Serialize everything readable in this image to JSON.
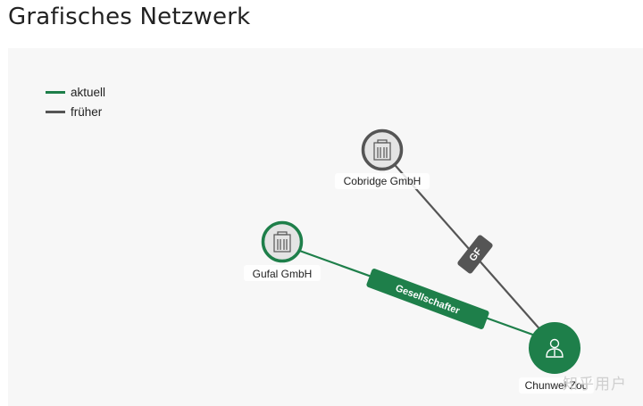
{
  "page": {
    "title": "Grafisches Netzwerk"
  },
  "colors": {
    "current": "#1e7f4a",
    "former": "#555555",
    "company_fill": "#e4e4e4",
    "company_icon": "#555555"
  },
  "legend": {
    "items": [
      {
        "label": "aktuell",
        "color": "#1e7f4a"
      },
      {
        "label": "früher",
        "color": "#555555"
      }
    ]
  },
  "nodes": {
    "cobridge": {
      "label": "Cobridge GmbH",
      "type": "company",
      "status": "former",
      "icon": "building-icon"
    },
    "gufal": {
      "label": "Gufal GmbH",
      "type": "company",
      "status": "current",
      "icon": "building-icon"
    },
    "chunwei": {
      "label": "Chunwei Zou",
      "type": "person",
      "status": "current",
      "icon": "person-icon"
    }
  },
  "edges": {
    "gf": {
      "label": "GF",
      "status": "former"
    },
    "gesellschafter": {
      "label": "Gesellschafter",
      "status": "current"
    }
  },
  "watermark": "知乎用户"
}
